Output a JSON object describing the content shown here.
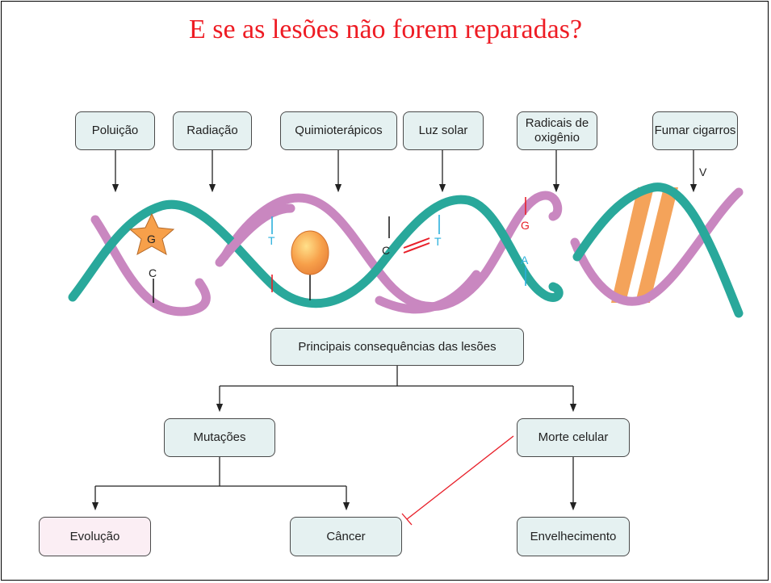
{
  "title": "E se as lesões não forem reparadas?",
  "sources": {
    "pollution": "Poluição",
    "radiation": "Radiação",
    "chemo": "Quimioterápicos",
    "sunlight": "Luz solar",
    "oxygen_radicals": "Radicais de oxigênio",
    "smoking": "Fumar cigarros"
  },
  "dna_labels": {
    "g_star": "G",
    "c_left": "C",
    "t_top": "T",
    "c_mid": "C",
    "t_dimer": "T",
    "g_red": "G",
    "a_blue": "A",
    "v": "V"
  },
  "consequences": {
    "main": "Principais consequências das lesões",
    "mutations": "Mutações",
    "cell_death": "Morte celular",
    "evolution": "Evolução",
    "cancer": "Câncer",
    "aging": "Envelhecimento"
  },
  "colors": {
    "title": "#ee1c24",
    "strand_teal": "#29a89b",
    "strand_pink": "#c987c0",
    "box_fill": "#e5f1f1",
    "box_pink_fill": "#fbeef4",
    "crosslink_orange": "#f4a35a",
    "red_mark": "#e8202a",
    "blue_mark": "#2bb0dc"
  }
}
